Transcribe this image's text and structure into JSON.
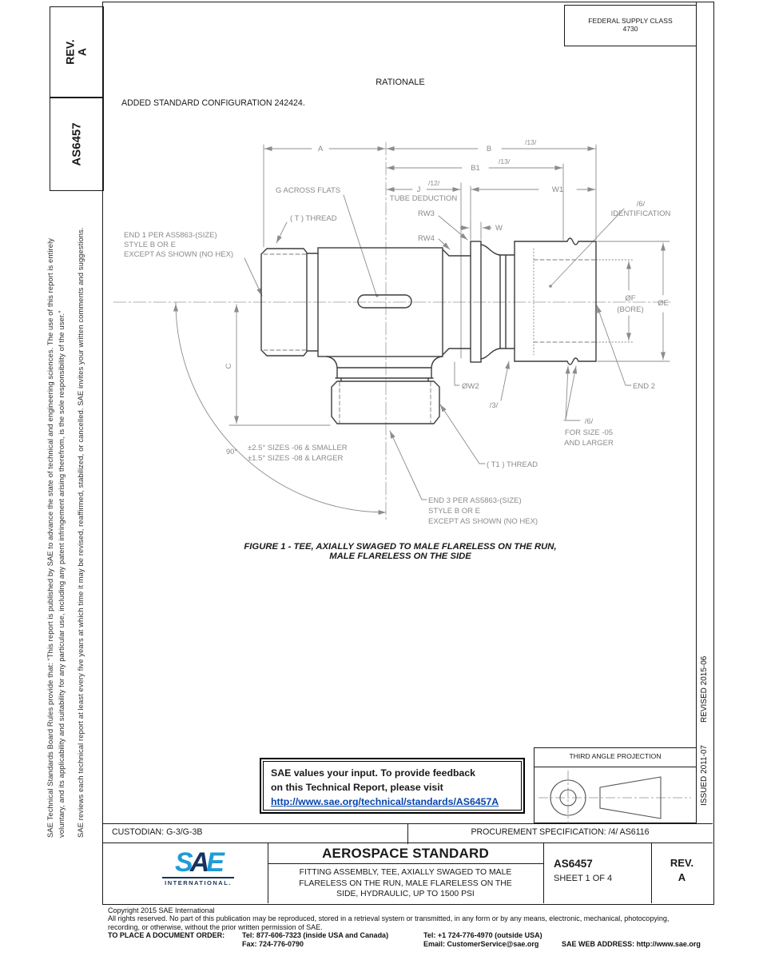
{
  "header": {
    "rev_box": {
      "label": "REV.",
      "value": "A"
    },
    "doc_box": "AS6457",
    "federal_supply": {
      "title": "FEDERAL SUPPLY CLASS",
      "value": "4730"
    },
    "rationale_heading": "RATIONALE",
    "rationale_text": "ADDED STANDARD CONFIGURATION 242424."
  },
  "left_sidebar": {
    "line1": "SAE Technical Standards Board Rules provide that: “This report is published by SAE to advance the state of technical and engineering sciences. The use of this report is entirely",
    "line2": "voluntary, and its applicability and suitability for any particular use, including any patent infringement arising therefrom, is the sole responsibility of the user.”",
    "line3": "SAE reviews each technical report at least every five years at which time it may be revised, reaffirmed, stabilized, or cancelled. SAE invites your written comments and suggestions."
  },
  "right_sidebar": {
    "issued": "ISSUED 2011-07",
    "revised": "REVISED 2015-06"
  },
  "figure": {
    "caption_line1": "FIGURE 1 - TEE, AXIALLY SWAGED TO MALE FLARELESS ON THE RUN,",
    "caption_line2": "MALE FLARELESS ON THE SIDE",
    "labels": {
      "dim_a": "A",
      "dim_b": "B",
      "dim_b_note": "/13/",
      "dim_b1": "B1",
      "dim_b1_note": "/13/",
      "dim_j": "J",
      "dim_j_note": "/12/",
      "tube_deduction": "TUBE DEDUCTION",
      "dim_w1": "W1",
      "g_flats": "G  ACROSS FLATS",
      "t_thread": "( T )  THREAD",
      "rw3": "RW3",
      "rw4": "RW4",
      "dim_w": "W",
      "end1_l1": "END 1 PER AS5863-(SIZE)",
      "end1_l2": "STYLE B OR E",
      "end1_l3": "EXCEPT AS SHOWN (NO HEX)",
      "id_note": "/6/",
      "id_label": "IDENTIFICATION",
      "dia_f": "ØF",
      "dia_f_sub": "(BORE)",
      "dia_e": "ØE",
      "end2": "END 2",
      "size_note": "/6/",
      "size_l1": "FOR SIZE -05",
      "size_l2": "AND LARGER",
      "dim_c": "C",
      "angle": "90°",
      "angle_tol1": "±2.5° SIZES -06 & SMALLER",
      "angle_tol2": "±1.5° SIZES -08 & LARGER",
      "dia_w2": "ØW2",
      "note3": "/3/",
      "t1_thread": "( T1 )  THREAD",
      "end3_l1": "END 3 PER AS5863-(SIZE)",
      "end3_l2": "STYLE B OR E",
      "end3_l3": "EXCEPT AS SHOWN (NO HEX)"
    }
  },
  "feedback_box": {
    "line1": "SAE values your input. To provide feedback",
    "line2": "on this Technical Report, please visit",
    "link": "http://www.sae.org/technical/standards/AS6457A"
  },
  "projection_box": {
    "title": "THIRD ANGLE PROJECTION"
  },
  "custodian_row": {
    "custodian": "CUSTODIAN: G-3/G-3B",
    "procurement": "PROCUREMENT SPECIFICATION: /4/ AS6116"
  },
  "title_block": {
    "logo_s": "S",
    "logo_a": "A",
    "logo_e": "E",
    "logo_sub": "INTERNATIONAL.",
    "standard_type": "AEROSPACE STANDARD",
    "title_line1": "FITTING ASSEMBLY, TEE, AXIALLY SWAGED TO MALE",
    "title_line2": "FLARELESS ON THE RUN, MALE FLARELESS ON THE",
    "title_line3": "SIDE, HYDRAULIC, UP TO 1500 PSI",
    "doc_number": "AS6457",
    "sheet": "SHEET 1 OF 4",
    "rev_label": "REV.",
    "rev_value": "A"
  },
  "footer": {
    "copyright": "Copyright 2015 SAE International",
    "rights1": "All rights reserved. No part of this publication may be reproduced, stored in a retrieval system or transmitted, in any form or by any means, electronic, mechanical, photocopying,",
    "rights2": "recording, or otherwise, without the prior written permission of SAE.",
    "order_label": "TO PLACE A DOCUMENT ORDER:",
    "tel_inside": "Tel: 877-606-7323 (inside USA and Canada)",
    "tel_outside": "Tel: +1 724-776-4970 (outside USA)",
    "fax": "Fax: 724-776-0790",
    "email": "Email: CustomerService@sae.org",
    "web": "SAE WEB ADDRESS: http://www.sae.org"
  },
  "colors": {
    "link_blue": "#0645AD",
    "logo_light_blue": "#1E9CD8",
    "logo_navy": "#15345F"
  }
}
